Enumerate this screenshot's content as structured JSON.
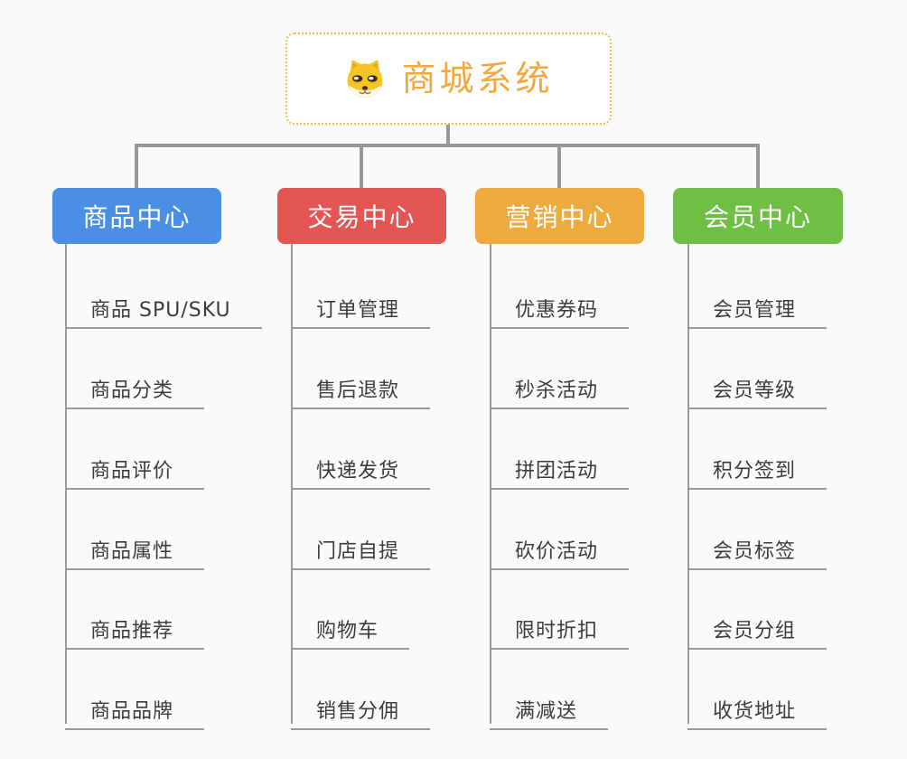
{
  "canvas": {
    "background": "#FAFAFA",
    "connector_color": "#989898"
  },
  "root": {
    "title": "商城系统",
    "icon": "shiba-dog-icon",
    "title_color": "#F3A73D",
    "border_color": "#F1BC55"
  },
  "branches": [
    {
      "title": "商品中心",
      "color": "#4B8FE4",
      "items": [
        "商品 SPU/SKU",
        "商品分类",
        "商品评价",
        "商品属性",
        "商品推荐",
        "商品品牌"
      ]
    },
    {
      "title": "交易中心",
      "color": "#E35654",
      "items": [
        "订单管理",
        "售后退款",
        "快递发货",
        "门店自提",
        "购物车",
        "销售分佣"
      ]
    },
    {
      "title": "营销中心",
      "color": "#EDAA3E",
      "items": [
        "优惠券码",
        "秒杀活动",
        "拼团活动",
        "砍价活动",
        "限时折扣",
        "满减送"
      ]
    },
    {
      "title": "会员中心",
      "color": "#6FBF44",
      "items": [
        "会员管理",
        "会员等级",
        "积分签到",
        "会员标签",
        "会员分组",
        "收货地址"
      ]
    }
  ]
}
